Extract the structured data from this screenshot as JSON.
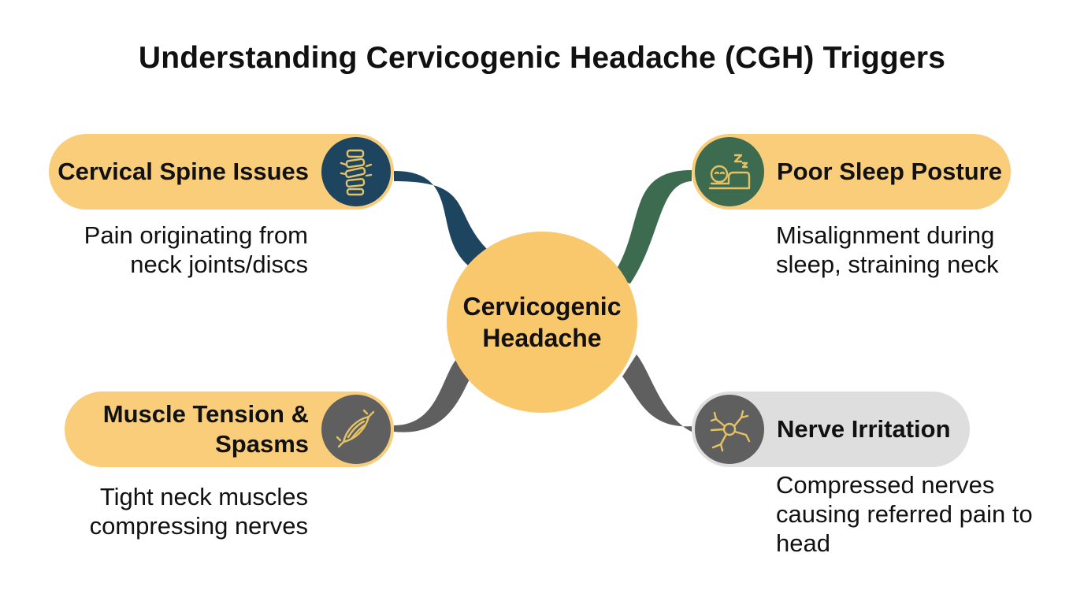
{
  "title": "Understanding Cervicogenic Headache (CGH) Triggers",
  "center": {
    "label": "Cervicogenic\nHeadache",
    "color": "#f9c86d"
  },
  "colors": {
    "pill_yellow": "#f9cd7a",
    "pill_gray": "#dedede",
    "navy": "#1e4560",
    "green": "#3d6b50",
    "gray": "#5e5f5e",
    "icon_stroke": "#e5c266"
  },
  "triggers": [
    {
      "label": "Cervical Spine Issues",
      "description": "Pain originating from\nneck joints/discs",
      "icon": "spine-vertebrae-icon"
    },
    {
      "label": "Poor Sleep Posture",
      "description": "Misalignment during\nsleep, straining neck",
      "icon": "sleeping-person-icon"
    },
    {
      "label": "Muscle Tension &\nSpasms",
      "description": "Tight neck muscles\ncompressing nerves",
      "icon": "muscle-fiber-icon"
    },
    {
      "label": "Nerve Irritation",
      "description": "Compressed nerves\ncausing referred pain to\nhead",
      "icon": "nerve-cell-icon"
    }
  ]
}
